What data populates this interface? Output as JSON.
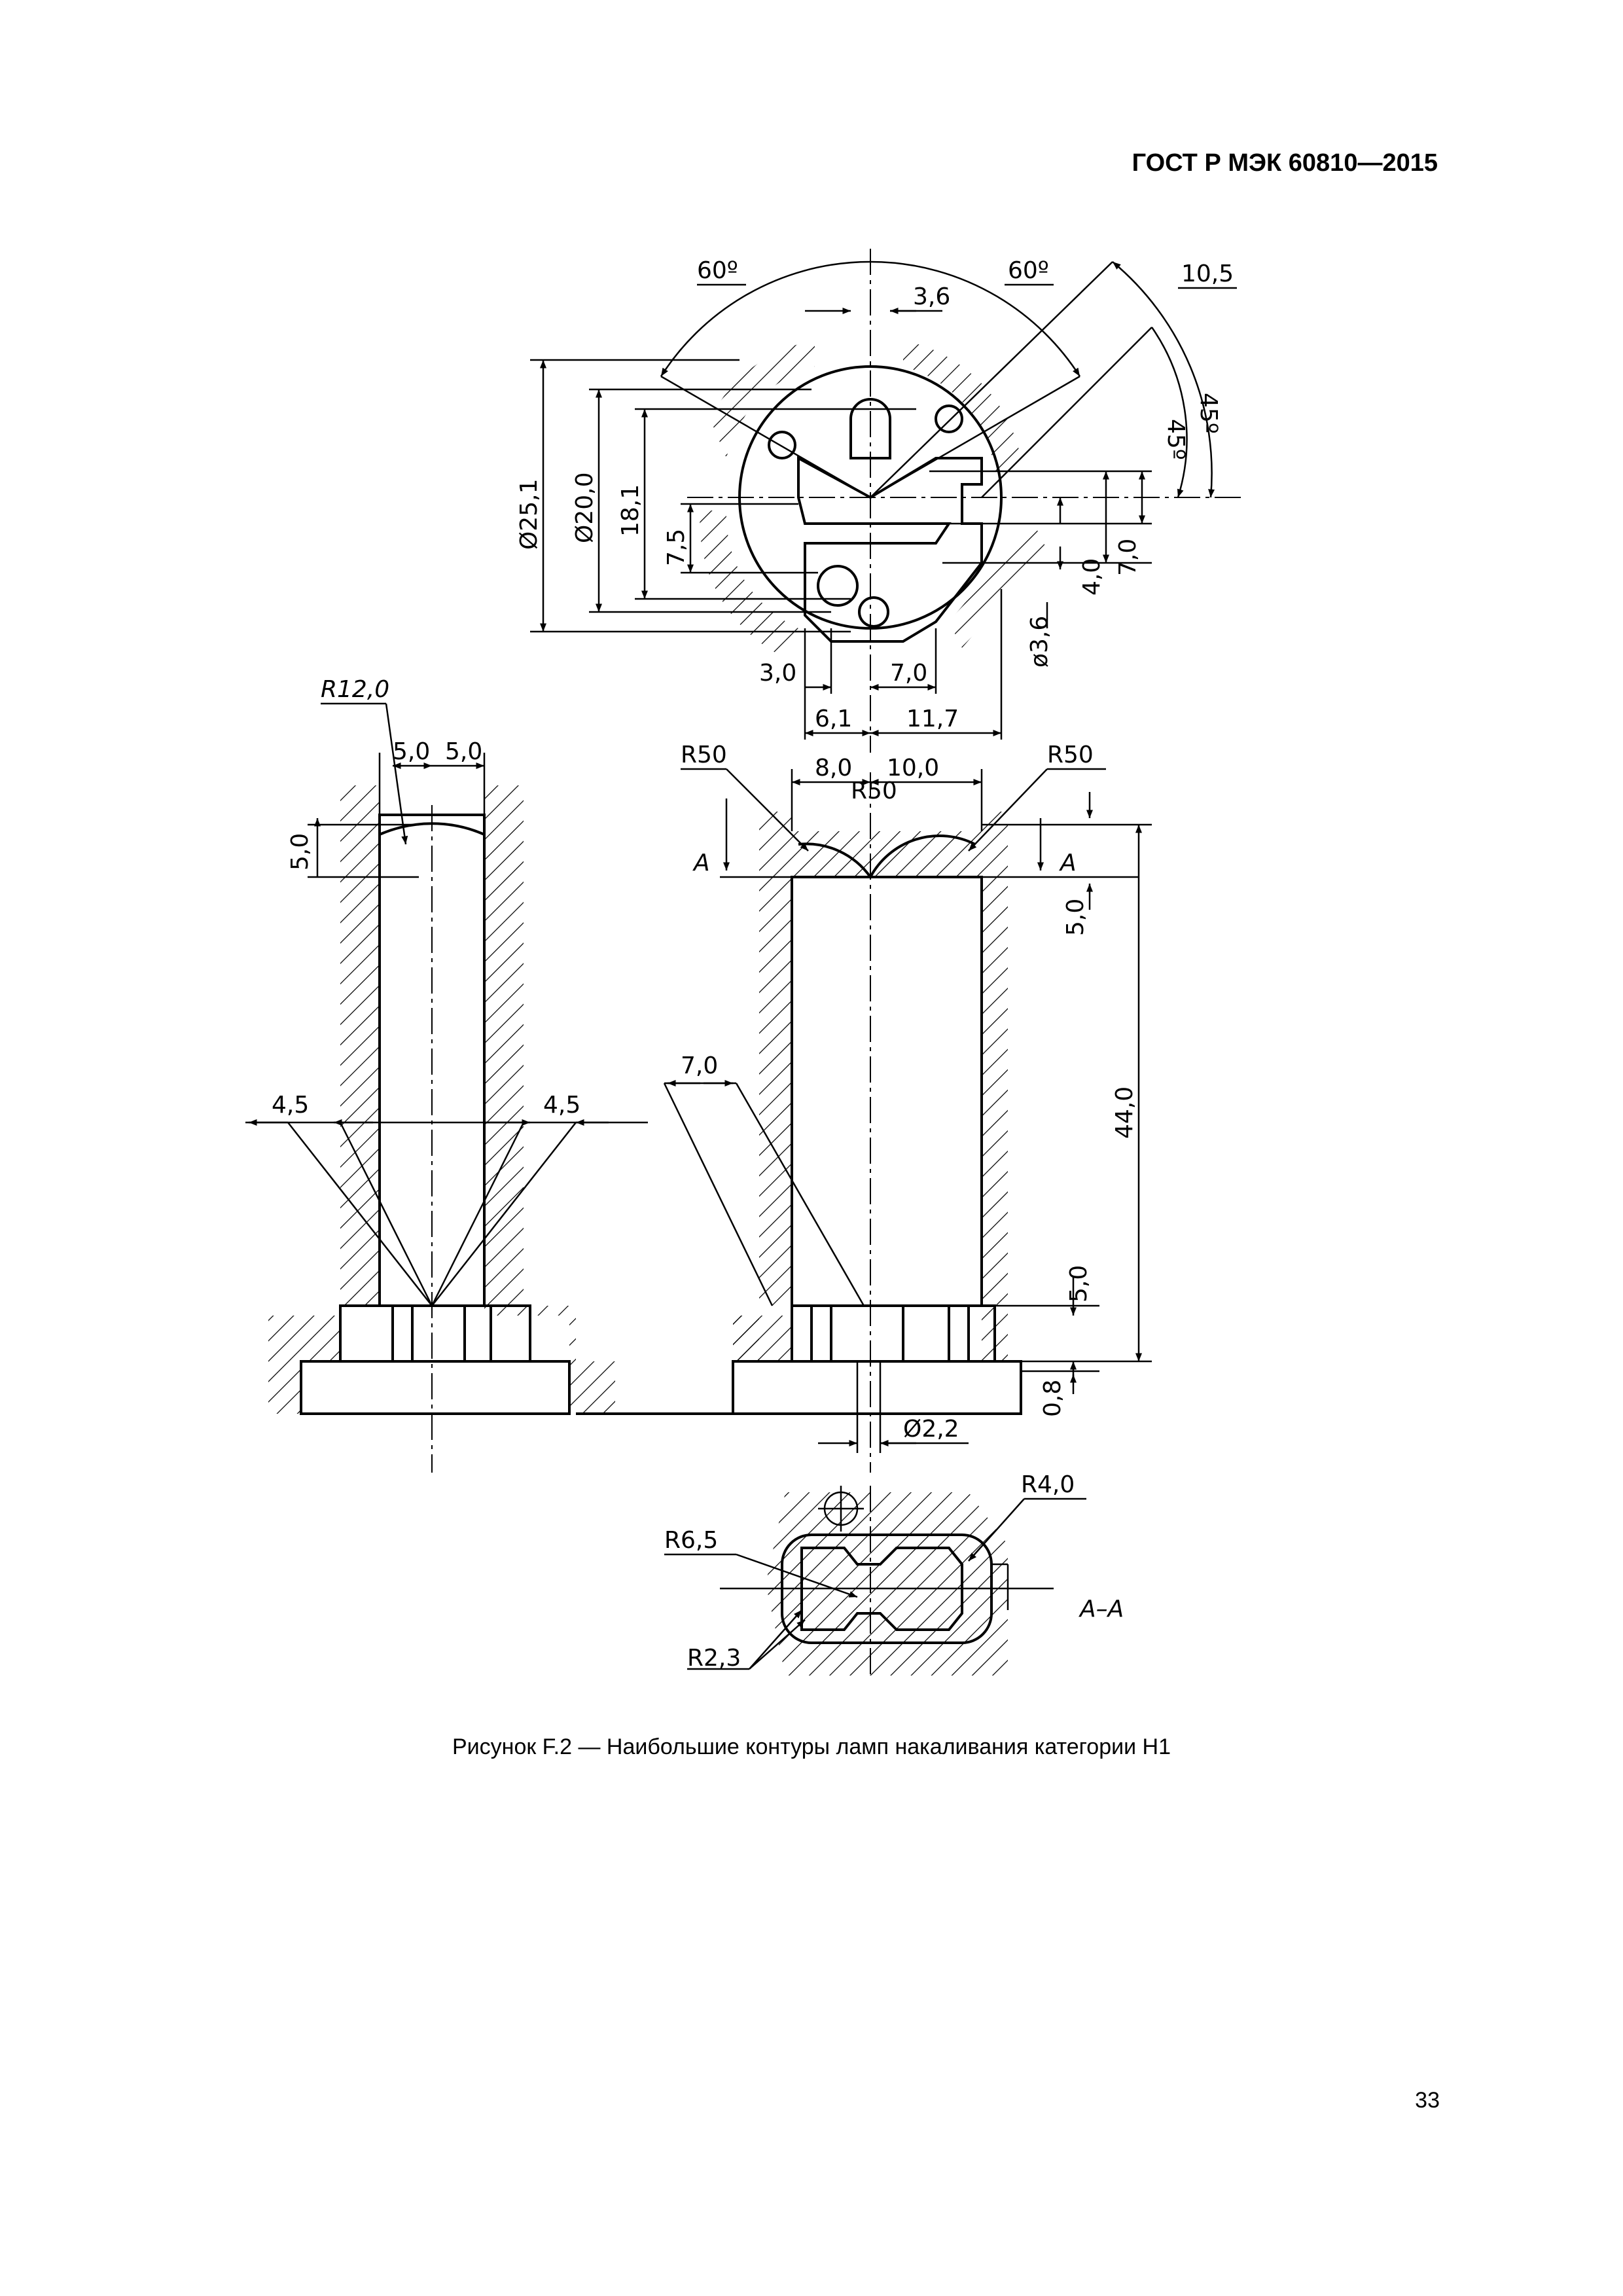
{
  "header": {
    "standard": "ГОСТ Р МЭК 60810—2015"
  },
  "caption": "Рисунок F.2 — Наибольшие контуры ламп накаливания категории H1",
  "page_number": "33",
  "dims": {
    "ang_left": "60º",
    "ang_right": "60º",
    "d_3_6": "3,6",
    "d_10_5": "10,5",
    "ang_45a": "45º",
    "ang_45b": "45º",
    "dia_25_1": "Ø25,1",
    "dia_20_0": "Ø20,0",
    "d_18_1": "18,1",
    "d_7_5": "7,5",
    "d_4_0": "4,0",
    "d_7_0v": "7,0",
    "dia_3_6": "ø3,6",
    "d_3_0": "3,0",
    "d_7_0h": "7,0",
    "d_6_1": "6,1",
    "d_11_7": "11,7",
    "r_12_0": "R12,0",
    "d_5_0a": "5,0",
    "d_5_0b": "5,0",
    "d_5_0v": "5,0",
    "r_50_left": "R50",
    "r_50_right": "R50",
    "r_50_mid": "R50",
    "d_8_0": "8,0",
    "d_10_0": "10,0",
    "sec_a_left": "A",
    "sec_a_right": "A",
    "d_5_0r": "5,0",
    "d_44_0": "44,0",
    "d_7_0s": "7,0",
    "d_4_5l": "4,5",
    "d_4_5r": "4,5",
    "d_5_0low": "5,0",
    "d_0_8": "0,8",
    "dia_2_2": "Ø2,2",
    "r_4_0": "R4,0",
    "r_6_5": "R6,5",
    "r_2_3": "R2,3",
    "sec_aa": "A–A"
  }
}
